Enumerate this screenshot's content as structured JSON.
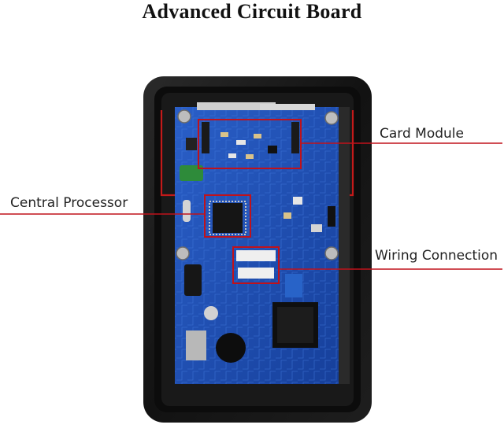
{
  "title": "Advanced Circuit Board",
  "callouts": {
    "card_module": "Card Module",
    "central_processor": "Central Processor",
    "wiring_connection": "Wiring Connection"
  },
  "colors": {
    "callout_line": "#c0121b",
    "board": "#1d4fb3",
    "housing": "#151515"
  }
}
